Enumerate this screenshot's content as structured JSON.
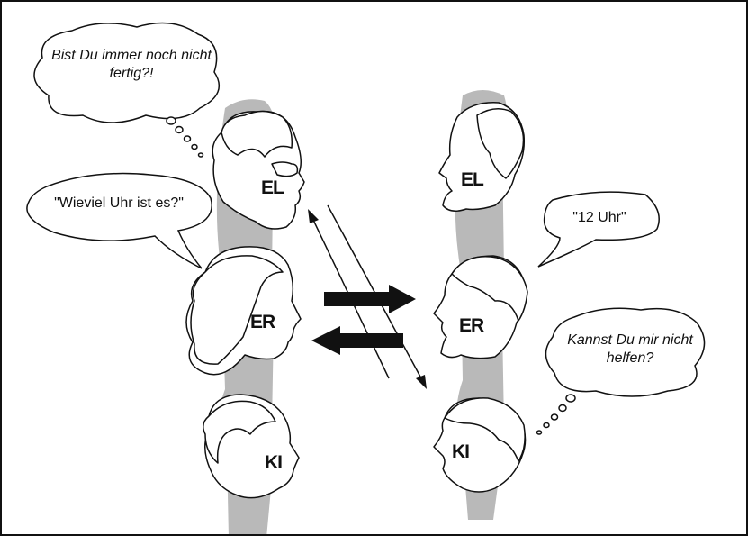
{
  "figure": {
    "left_group": {
      "top_person": {
        "label": "EL"
      },
      "middle_person": {
        "label": "ER"
      },
      "bottom_person": {
        "label": "KI"
      }
    },
    "right_group": {
      "top_person": {
        "label": "EL"
      },
      "middle_person": {
        "label": "ER"
      },
      "bottom_person": {
        "label": "KI"
      }
    },
    "bubbles": {
      "left_thought": "Bist Du immer noch nicht fertig?!",
      "left_speech": "\"Wieviel Uhr ist es?\"",
      "right_speech": "\"12 Uhr\"",
      "right_thought": "Kannst Du mir nicht helfen?"
    },
    "colors": {
      "ink": "#111111",
      "shadow": "#b9b9b9",
      "background": "#ffffff"
    }
  }
}
